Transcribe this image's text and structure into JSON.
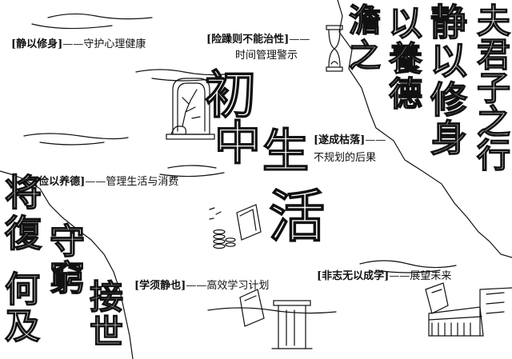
{
  "labels": {
    "self_cultivation": {
      "key": "静以修身",
      "desc": "守护心理健康"
    },
    "impatience": {
      "key": "险躁则不能治性",
      "desc": "时间管理警示"
    },
    "frugality": {
      "key": "俭以养德",
      "desc": "管理生活与消费"
    },
    "withering": {
      "key": "遂成枯落",
      "desc": "不规划的后果"
    },
    "learning": {
      "key": "学须静也",
      "desc": "高效学习计划"
    },
    "ambition": {
      "key": "非志无以成学",
      "desc": "展望未来"
    }
  },
  "brackets": {
    "open": "[",
    "close": "]",
    "dash": "——"
  },
  "calligraphy": {
    "right_col_1": [
      "夫",
      "君",
      "子",
      "之",
      "行"
    ],
    "right_col_2": [
      "静",
      "以",
      "修",
      "身"
    ],
    "right_col_3": [
      "以",
      "養",
      "德"
    ],
    "right_col_4": [
      "澹",
      "之"
    ],
    "left_col_1": [
      "将",
      "復"
    ],
    "left_col_2": [
      "守",
      "窮"
    ],
    "left_col_3": [
      "何",
      "及"
    ],
    "left_col_4": [
      "接",
      "世"
    ],
    "center_title": [
      "初",
      "中",
      "生",
      "活"
    ]
  },
  "colors": {
    "ink": "#111111",
    "paper": "#ffffff"
  }
}
